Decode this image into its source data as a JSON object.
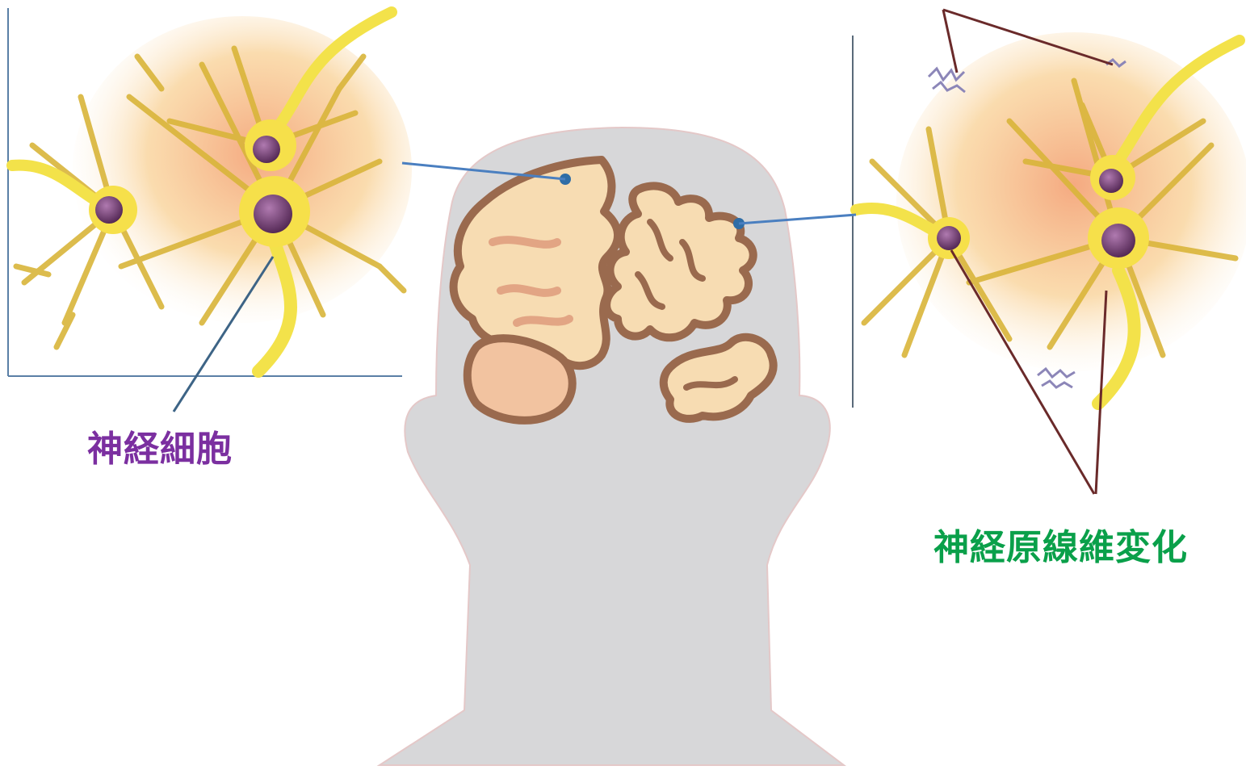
{
  "labels": {
    "neuron": "神経細胞",
    "neurofibrillary_change": "神経原線維変化"
  },
  "colors": {
    "neuron_label": "#7b2fa0",
    "neurofibrillary_label": "#0aa04a",
    "head_fill": "#d7d7d9",
    "brain_fill": "#f7dcb2",
    "brain_outline": "#9a6a4e",
    "cell_fiber": "#e6c02a",
    "nucleus": "#6a3a6a",
    "pointer_line": "#4a7fc0",
    "tangle_line": "#6a2a2a"
  },
  "icons": {
    "left_inset": "healthy-neuron-cluster",
    "right_inset": "neurons-with-tangles",
    "center": "head-silhouette-with-brain-section"
  }
}
